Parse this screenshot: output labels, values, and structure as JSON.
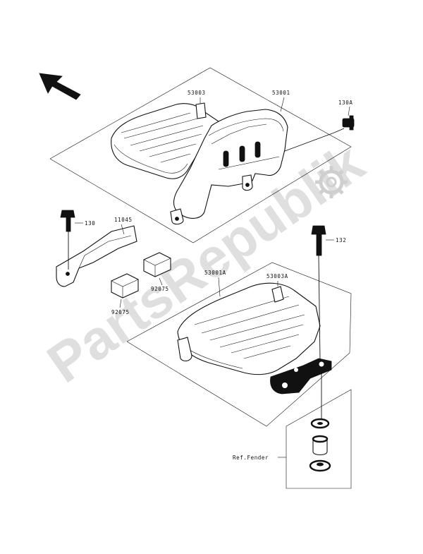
{
  "watermark": {
    "text": "PartsRepublik",
    "color": "#d9d9d9"
  },
  "labels": {
    "l53003": "53003",
    "l53001": "53001",
    "l130A": "130A",
    "l130": "130",
    "l11045": "11045",
    "l132": "132",
    "l92075a": "92075",
    "l92075b": "92075",
    "l53001A": "53001A",
    "l53003A": "53003A",
    "lref": "Ref.Fender"
  },
  "icons": {
    "direction": "arrow-up-left-icon",
    "watermark": "gear-icon"
  }
}
